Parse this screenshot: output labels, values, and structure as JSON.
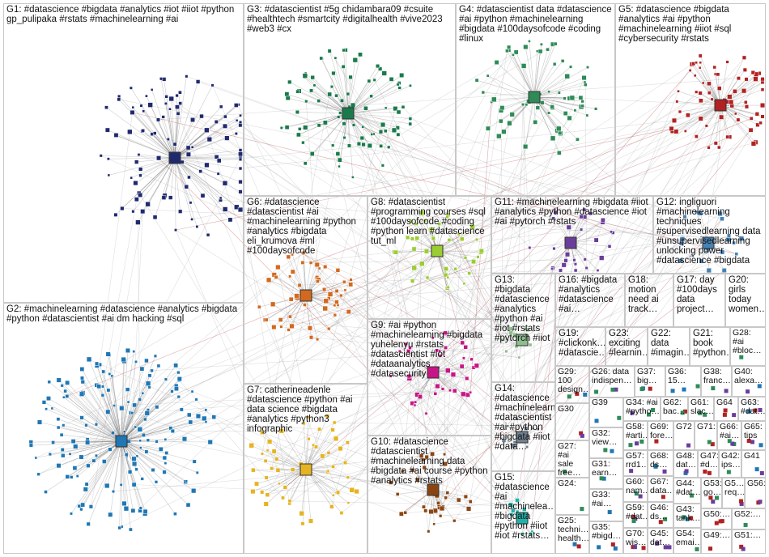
{
  "groups": [
    {
      "id": "g1",
      "label": "G1: #datascience #bigdata #analytics #iot #iiot #python gp_pulipaka #rstats #machinelearning #ai",
      "color": "#1f2a6e"
    },
    {
      "id": "g2",
      "label": "G2: #machinelearning #datascience #analytics #bigdata #python #datascientist #ai dm hacking #sql",
      "color": "#1f77b4"
    },
    {
      "id": "g3",
      "label": "G3: #datascientist #5g chidambara09 #csuite #healthtech #smartcity #digitalhealth #vive2023 #web3 #cx",
      "color": "#1a7a4c"
    },
    {
      "id": "g4",
      "label": "G4: #datascientist data #datascience #ai #python #machinelearning #bigdata #100daysofcode #coding #linux",
      "color": "#2e8b57"
    },
    {
      "id": "g5",
      "label": "G5: #datascience #bigdata #analytics #ai #python #machinelearning #iiot #sql #cybersecurity #rstats",
      "color": "#b22222"
    },
    {
      "id": "g6",
      "label": "G6: #datascience #datascientist #ai #machinelearning #python #analytics #bigdata eli_krumova #ml #100daysofcode",
      "color": "#d2691e"
    },
    {
      "id": "g7",
      "label": "G7: catherineadenle #datascience #python #ai data science #bigdata #analytics #python3 infographic",
      "color": "#e6b422"
    },
    {
      "id": "g8",
      "label": "G8: #datascientist #programming courses #sql #100daysofcode #coding #python learn #datascience tut_ml",
      "color": "#9acd32"
    },
    {
      "id": "g9",
      "label": "G9: #ai #python #machinelearning #bigdata yuhelenyu #rstats #datascientist #iot #dataanalytics #datasecurity",
      "color": "#c71585"
    },
    {
      "id": "g10",
      "label": "G10: #datascience #datascientist #machinelearning data #bigdata #ai course #python #analytics #rstats",
      "color": "#8b4513"
    },
    {
      "id": "g11",
      "label": "G11: #machinelearning #bigdata #iiot #analytics #python #datascience #iot #ai #pytorch #rstats",
      "color": "#6a3d9a"
    },
    {
      "id": "g12",
      "label": "G12: ingliguori #machinelearning techniques #supervisedlearning data #unsupervisedlearning unlocking power #datascience #bigdata",
      "color": "#4682b4"
    },
    {
      "id": "g13",
      "label": "G13: #bigdata #datascience #analytics #python #ai #iot #rstats #pytorch #iiot",
      "color": "#8fbc8f"
    },
    {
      "id": "g14",
      "label": "G14: #datascience #machinelearning #datascientist #ai #python #bigdata #iiot #data…",
      "color": "#708090"
    },
    {
      "id": "g15",
      "label": "G15: #datascience #ai #machinelea… #bigdata #python #iiot #iot #rstats…",
      "color": "#20b2aa"
    },
    {
      "id": "g16",
      "label": "G16: #bigdata #analytics #datascience #ai…",
      "color": "#228b22"
    },
    {
      "id": "g17",
      "label": "G17: day #100days data project…",
      "color": "#555"
    },
    {
      "id": "g18",
      "label": "G18: motion need ai track…",
      "color": "#555"
    },
    {
      "id": "g19",
      "label": "G19: #clickonk… #datascie…",
      "color": "#555"
    },
    {
      "id": "g20",
      "label": "G20: girls today women…",
      "color": "#555"
    },
    {
      "id": "g21",
      "label": "G21: book #python…",
      "color": "#555"
    },
    {
      "id": "g22",
      "label": "G22: data #imagin…",
      "color": "#555"
    },
    {
      "id": "g23",
      "label": "G23: exciting #learnin…",
      "color": "#555"
    },
    {
      "id": "g24",
      "label": "G24:",
      "color": "#555"
    },
    {
      "id": "g25",
      "label": "G25: techni… health…",
      "color": "#555"
    },
    {
      "id": "g26",
      "label": "G26: data indispen…",
      "color": "#555"
    },
    {
      "id": "g27",
      "label": "G27: #ai sale free…",
      "color": "#555"
    },
    {
      "id": "g28",
      "label": "G28: #ai #bloc…",
      "color": "#555"
    },
    {
      "id": "g29",
      "label": "G29: 100 design…",
      "color": "#555"
    },
    {
      "id": "g30",
      "label": "G30",
      "color": "#555"
    },
    {
      "id": "g31",
      "label": "G31: earn…",
      "color": "#555"
    },
    {
      "id": "g32",
      "label": "G32: view…",
      "color": "#555"
    },
    {
      "id": "g33",
      "label": "G33: #ai…",
      "color": "#555"
    },
    {
      "id": "g34",
      "label": "G34: #ai #pytho…",
      "color": "#555"
    },
    {
      "id": "g35",
      "label": "G35: #bigd…",
      "color": "#555"
    },
    {
      "id": "g36",
      "label": "G36: 15…",
      "color": "#555"
    },
    {
      "id": "g37",
      "label": "G37: big…",
      "color": "#555"
    },
    {
      "id": "g38",
      "label": "G38: franc…",
      "color": "#555"
    },
    {
      "id": "g39",
      "label": "G39",
      "color": "#555"
    },
    {
      "id": "g40",
      "label": "G40: alexa…",
      "color": "#555"
    },
    {
      "id": "g41",
      "label": "G41",
      "color": "#555"
    },
    {
      "id": "g42",
      "label": "G42: ips…",
      "color": "#555"
    },
    {
      "id": "g43",
      "label": "G43: tank…",
      "color": "#555"
    },
    {
      "id": "g44",
      "label": "G44: #dat…",
      "color": "#555"
    },
    {
      "id": "g45",
      "label": "G45: dat…",
      "color": "#555"
    },
    {
      "id": "g46",
      "label": "G46: ds…",
      "color": "#555"
    },
    {
      "id": "g47",
      "label": "G47: #d…",
      "color": "#555"
    },
    {
      "id": "g48",
      "label": "G48: dat…",
      "color": "#555"
    },
    {
      "id": "g49",
      "label": "G49:…",
      "color": "#555"
    },
    {
      "id": "g50",
      "label": "G50:…",
      "color": "#555"
    },
    {
      "id": "g51",
      "label": "G51:…",
      "color": "#555"
    },
    {
      "id": "g52",
      "label": "G52:…",
      "color": "#555"
    },
    {
      "id": "g53",
      "label": "G53: go…",
      "color": "#555"
    },
    {
      "id": "g54",
      "label": "G54: emai…",
      "color": "#555"
    },
    {
      "id": "g55",
      "label": "G5… req…",
      "color": "#555"
    },
    {
      "id": "g56",
      "label": "G56:…",
      "color": "#555"
    },
    {
      "id": "g57",
      "label": "G57: rrd1…",
      "color": "#555"
    },
    {
      "id": "g58",
      "label": "G58: #arti…",
      "color": "#555"
    },
    {
      "id": "g59",
      "label": "G59: #dat…",
      "color": "#555"
    },
    {
      "id": "g60",
      "label": "G60: nam…",
      "color": "#555"
    },
    {
      "id": "g61",
      "label": "G61: slac…",
      "color": "#555"
    },
    {
      "id": "g62",
      "label": "G62: bac…",
      "color": "#555"
    },
    {
      "id": "g63",
      "label": "G63: #dat…",
      "color": "#555"
    },
    {
      "id": "g64",
      "label": "G64",
      "color": "#555"
    },
    {
      "id": "g65",
      "label": "G65: tips",
      "color": "#555"
    },
    {
      "id": "g66",
      "label": "G66: #ai…",
      "color": "#555"
    },
    {
      "id": "g67",
      "label": "G67: data…",
      "color": "#555"
    },
    {
      "id": "g68",
      "label": "G68: ds…",
      "color": "#555"
    },
    {
      "id": "g69",
      "label": "G69: fore…",
      "color": "#555"
    },
    {
      "id": "g70",
      "label": "G70: wis…",
      "color": "#555"
    },
    {
      "id": "g71",
      "label": "G71:…",
      "color": "#555"
    },
    {
      "id": "g72",
      "label": "G72",
      "color": "#555"
    }
  ]
}
